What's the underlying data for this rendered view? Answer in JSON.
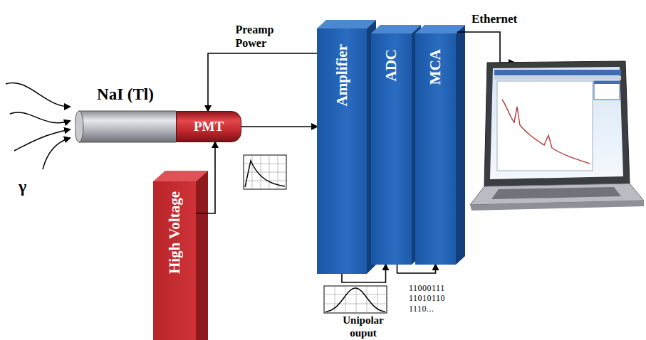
{
  "diagram": {
    "nodes": [
      {
        "text": [
          "NaI (Tl)"
        ]
      },
      {
        "text": [
          "PMT"
        ]
      },
      {
        "text": [
          "High Voltage"
        ]
      },
      {
        "text": [
          "Amplifier"
        ]
      },
      {
        "text": [
          "ADC"
        ]
      },
      {
        "text": [
          "MCA"
        ]
      }
    ],
    "edges": [
      {
        "from": 2,
        "to": 1,
        "arrow": "to"
      },
      {
        "from": 3,
        "to": 1,
        "arrow": "to",
        "label": "Preamp Power"
      },
      {
        "from": 1,
        "to": 3,
        "arrow": "to"
      },
      {
        "from": 3,
        "to": 4,
        "arrow": "to"
      },
      {
        "from": 4,
        "to": 5,
        "arrow": "to"
      }
    ],
    "labels": [
      "γ",
      "Ethernet",
      "Unipolar ouput",
      "11000111 11010110 1110..."
    ]
  }
}
